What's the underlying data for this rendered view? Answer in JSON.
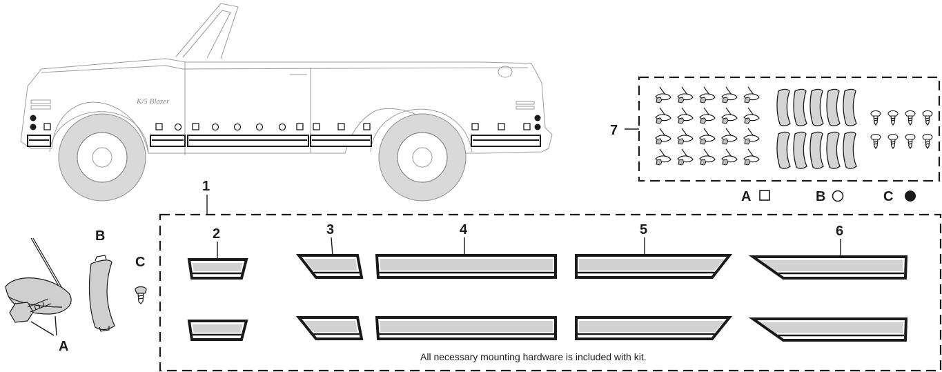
{
  "callouts": {
    "kit": "1",
    "part2": "2",
    "part3": "3",
    "part4": "4",
    "part5": "5",
    "part6": "6",
    "part7": "7",
    "clip_a": "A",
    "clip_b": "B",
    "clip_c": "C"
  },
  "legend": {
    "a_label": "A",
    "b_label": "B",
    "c_label": "C",
    "a_symbol": "□",
    "b_symbol": "○",
    "c_symbol": "●"
  },
  "note": "All necessary mounting hardware is included with kit.",
  "badge": "K/5 Blazer",
  "colors": {
    "ink": "#1a1a1a",
    "strip_face": "#d2d2d2",
    "tire": "#d9d9d9",
    "vehicle_line": "#9a9a9a"
  },
  "icons": {
    "clip_a": "spring-clip-with-screw-icon",
    "clip_b": "curved-retainer-clip-icon",
    "clip_c": "screw-icon"
  }
}
